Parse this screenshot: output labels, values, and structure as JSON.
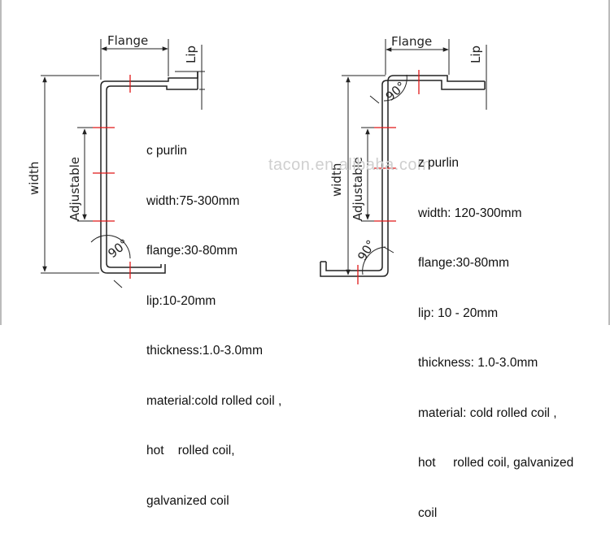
{
  "colors": {
    "line": "#222222",
    "mark": "#e01818",
    "watermark": "#cfcfcf"
  },
  "c_purlin": {
    "label_flange": "Flange",
    "label_lip": "Lip",
    "label_width": "width",
    "label_adjustable": "Adjustable",
    "label_angle": "90°",
    "specs": [
      "c purlin",
      "width:75-300mm",
      "flange:30-80mm",
      "lip:10-20mm",
      "thickness:1.0-3.0mm",
      "material:cold rolled coil ,",
      "hot    rolled coil,",
      "galvanized coil"
    ]
  },
  "z_purlin": {
    "label_flange": "Flange",
    "label_lip": "Lip",
    "label_width": "width",
    "label_adjustable": "Adjustable",
    "label_angle_top": "90°",
    "label_angle_bottom": "90°",
    "specs": [
      "z purlin",
      "width: 120-300mm",
      "flange:30-80mm",
      "lip: 10 - 20mm",
      "thickness: 1.0-3.0mm",
      "material: cold rolled coil ,",
      "hot     rolled coil, galvanized",
      "coil"
    ]
  },
  "watermark": "tacon.en.alibaba.com"
}
